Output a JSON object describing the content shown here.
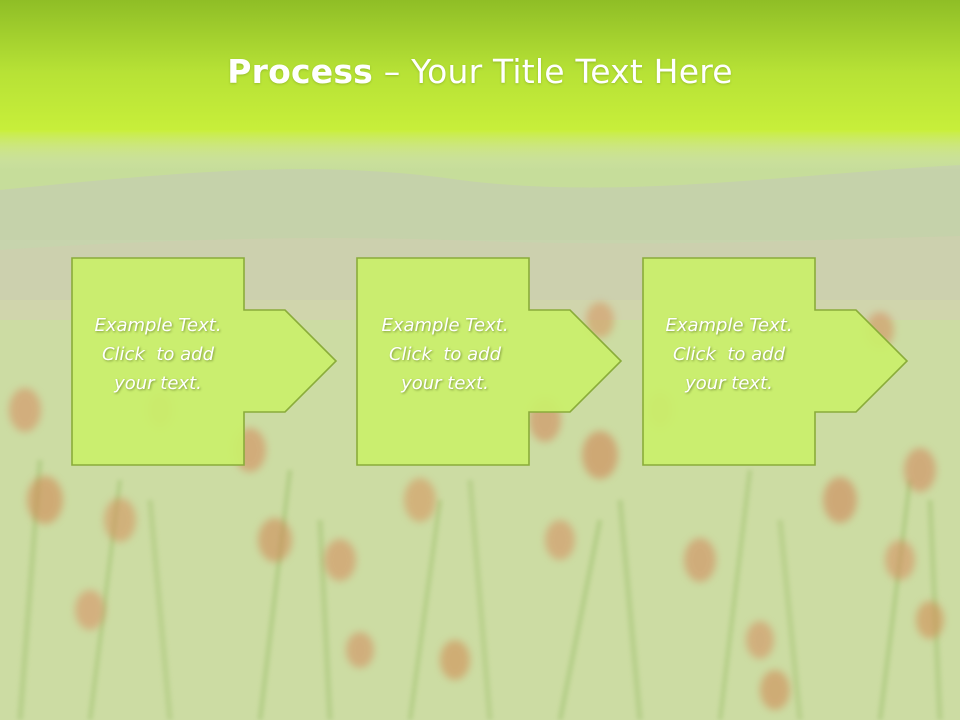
{
  "slide": {
    "title_bold": "Process",
    "title_rest": " – Your Title Text Here",
    "steps": [
      {
        "lines": [
          "Example Text.",
          "Click  to add",
          "your text."
        ]
      },
      {
        "lines": [
          "Example Text.",
          "Click  to add",
          "your text."
        ]
      },
      {
        "lines": [
          "Example Text.",
          "Click  to add",
          "your text."
        ]
      }
    ]
  },
  "colors": {
    "header_top": "#8fbe26",
    "header_bottom": "#c8ef3a",
    "box_fill": "#c9ef6a",
    "box_stroke": "#8aac3a",
    "text": "#ffffff"
  },
  "icons": [
    "arrow-right-icon"
  ]
}
